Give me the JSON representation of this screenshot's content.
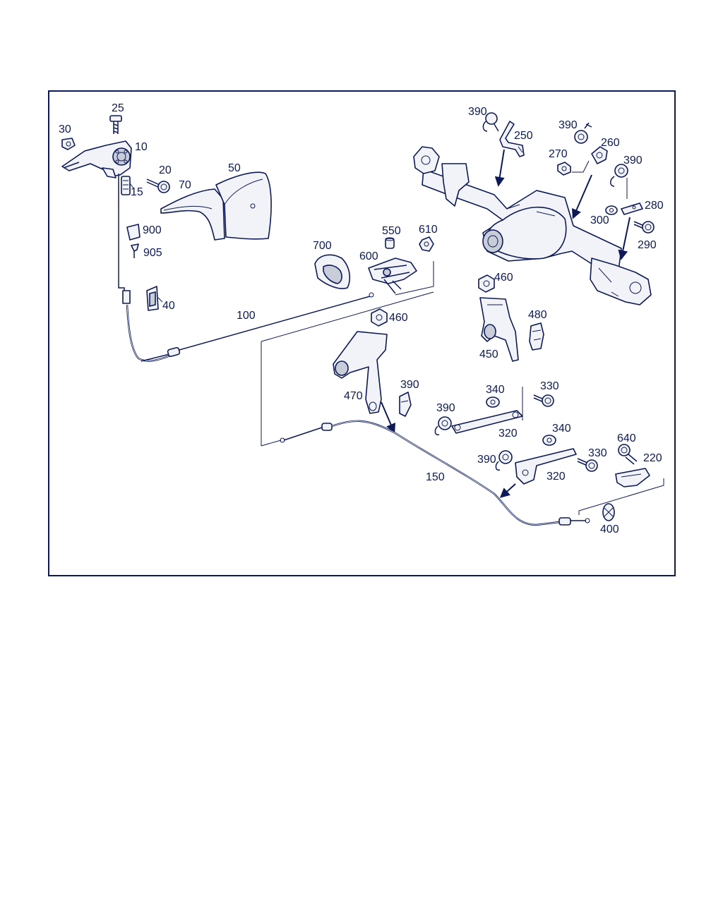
{
  "part_labels": {
    "p25": "25",
    "p30": "30",
    "p10": "10",
    "p20": "20",
    "p15": "15",
    "p70": "70",
    "p50": "50",
    "p900": "900",
    "p905": "905",
    "p40": "40",
    "p100": "100",
    "p700": "700",
    "p550": "550",
    "p610": "610",
    "p600": "600",
    "p390_a": "390",
    "p250": "250",
    "p390_b": "390",
    "p260": "260",
    "p270": "270",
    "p390_c": "390",
    "p280": "280",
    "p300": "300",
    "p290": "290",
    "p460_a": "460",
    "p480": "480",
    "p450": "450",
    "p460_b": "460",
    "p470": "470",
    "p390_d": "390",
    "p390_e": "390",
    "p340_a": "340",
    "p330_a": "330",
    "p320_a": "320",
    "p340_b": "340",
    "p640": "640",
    "p390_f": "390",
    "p330_b": "330",
    "p220": "220",
    "p320_b": "320",
    "p150": "150",
    "p400": "400"
  },
  "colors": {
    "ink": "#0d1a55",
    "background": "#ffffff",
    "part_fill": "#f2f3f8"
  }
}
